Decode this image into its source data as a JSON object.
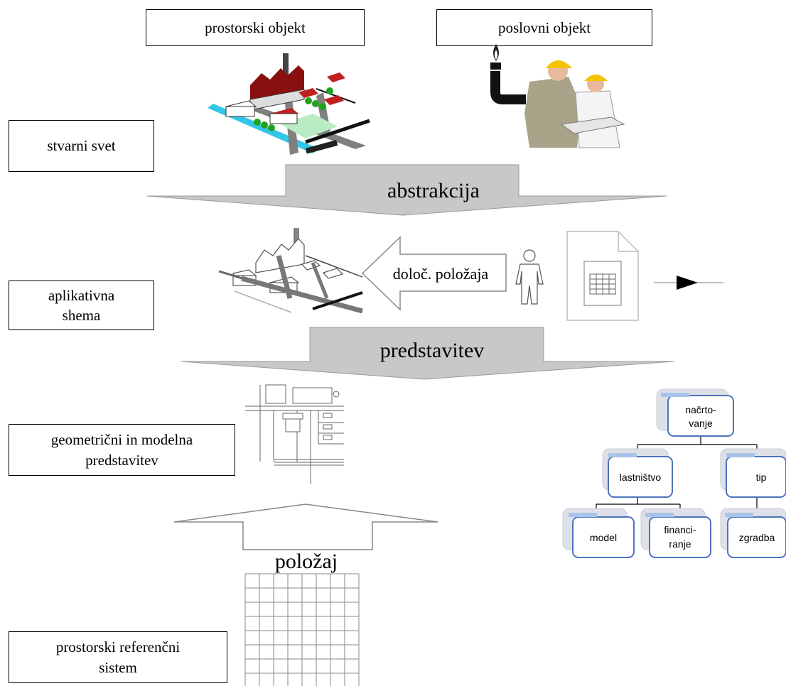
{
  "boxes": {
    "prostorski_objekt": "prostorski objekt",
    "poslovni_objekt": "poslovni objekt",
    "stvarni_svet": "stvarni svet",
    "aplikativna_shema": "aplikativna\nshema",
    "geometricni": "geometrični in modelna\npredstavitev",
    "referencni": "prostorski referenčni\nsistem"
  },
  "arrows": {
    "abstrakcija": "abstrakcija",
    "doloc_polozaja": "določ. položaja",
    "predstavitev": "predstavitev",
    "polozaj": "položaj"
  },
  "tree": {
    "root_line1": "načrto-",
    "root_line2": "vanje",
    "lastnistvo": "lastništvo",
    "tip": "tip",
    "model": "model",
    "financi_line1": "financi-",
    "financi_line2": "ranje",
    "zgradba": "zgradba"
  },
  "colors": {
    "arrow_fill": "#c8c8c8",
    "node_border": "#5a7fc2",
    "node_shadow": "#a9c4ea",
    "water": "#34c6e8",
    "roof": "#8a1010",
    "tree": "#1fa21f",
    "helmet": "#f5c400"
  }
}
